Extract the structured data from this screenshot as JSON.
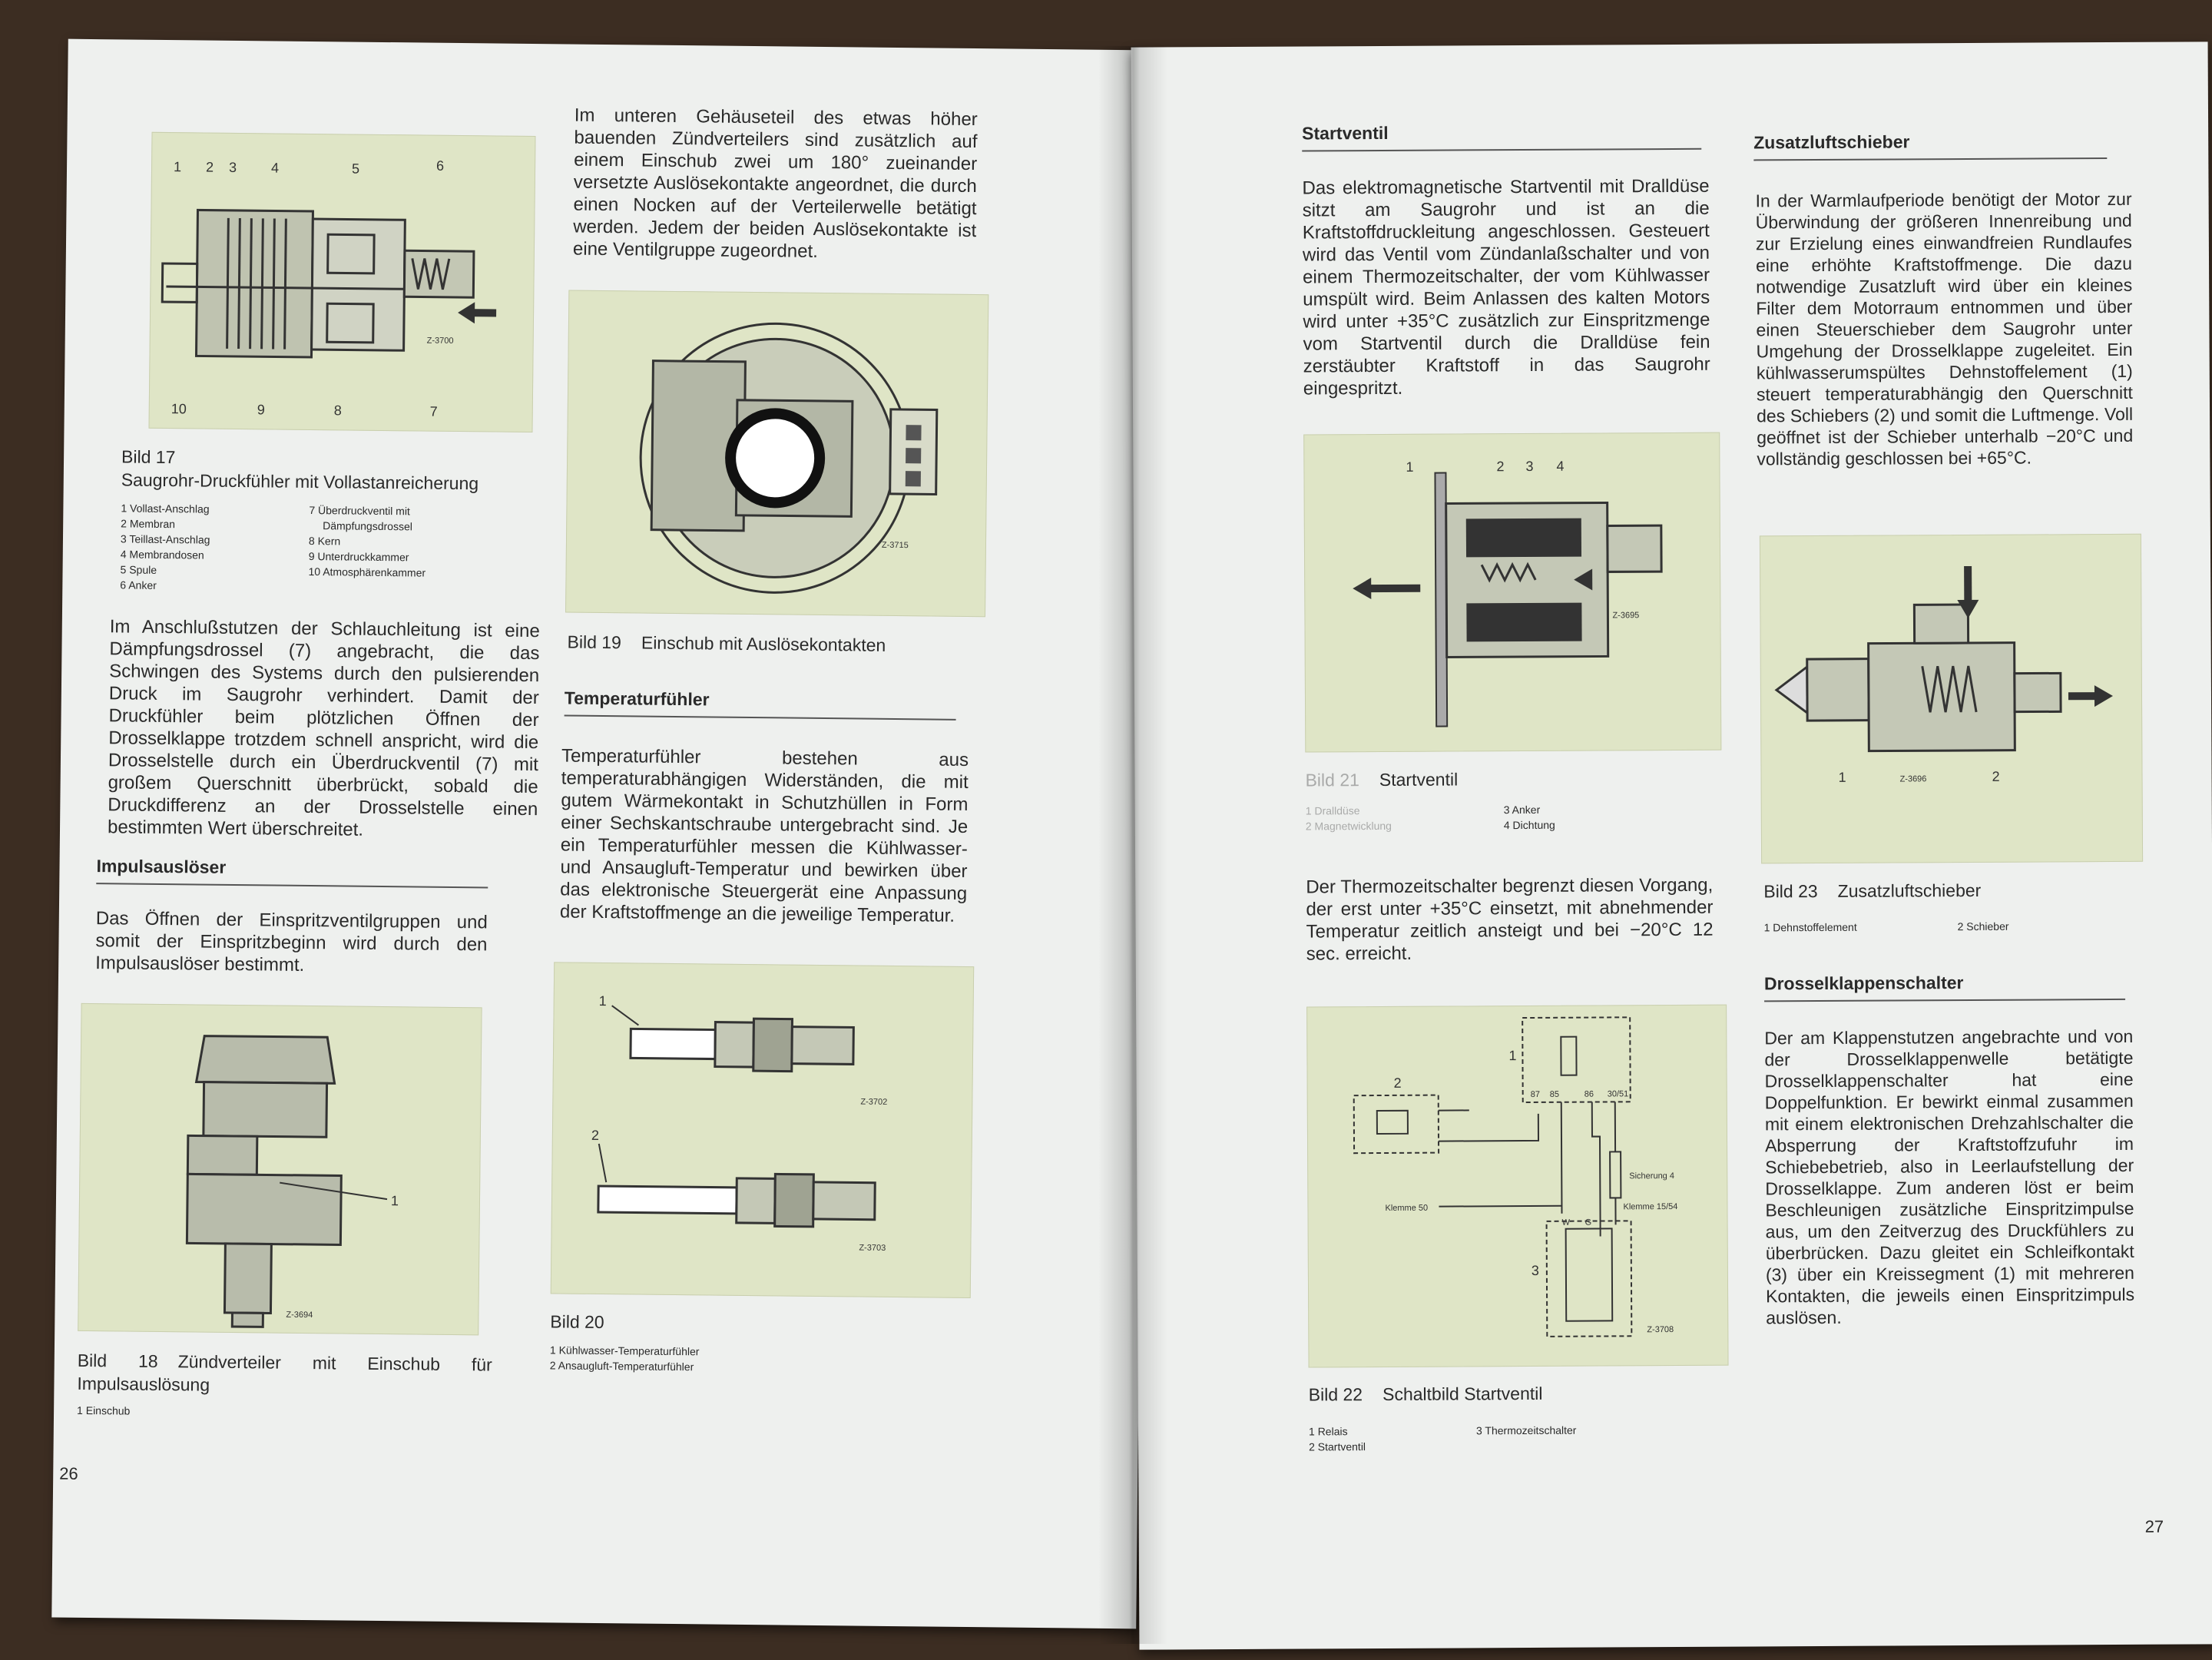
{
  "left_page": {
    "page_number": "26",
    "intro_paragraph": "Im unteren Gehäuseteil des etwas höher bauenden Zündverteilers sind zusätzlich auf einem Einschub zwei um 180° zueinander versetzte Auslösekontakte angeordnet, die durch einen Nocken auf der Verteilerwelle betätigt werden. Jedem der beiden Auslösekontakte ist eine Ventilgruppe zugeordnet.",
    "fig17": {
      "num": "Bild 17",
      "caption": "Saugrohr-Druckfühler mit Vollastanreicherung",
      "code": "Z-3700",
      "labels": [
        "1",
        "2",
        "3",
        "4",
        "5",
        "6",
        "7",
        "8",
        "9",
        "10"
      ],
      "legend_left": [
        "1 Vollast-Anschlag",
        "2 Membran",
        "3 Teillast-Anschlag",
        "4 Membrandosen",
        "5 Spule",
        "6 Anker"
      ],
      "legend_right": [
        "7 Überdruckventil mit",
        "Dämpfungsdrossel",
        "8 Kern",
        "9 Unterdruckkammer",
        "10 Atmosphärenkammer"
      ]
    },
    "para_anschluss": "Im Anschlußstutzen der Schlauchleitung ist eine Dämpfungsdrossel (7) angebracht, die das Schwingen des Systems durch den pulsierenden Druck im Saugrohr verhindert. Damit der Druckfühler beim plötzlichen Öffnen der Drosselklappe trotzdem schnell anspricht, wird die Drosselstelle durch ein Überdruckventil (7) mit großem Querschnitt überbrückt, sobald die Druckdifferenz an der Drosselstelle einen bestimmten Wert überschreitet.",
    "heading_impuls": "Impulsauslöser",
    "para_impuls": "Das Öffnen der Einspritzventilgruppen und somit der Einspritzbeginn wird durch den Impulsauslöser bestimmt.",
    "fig18": {
      "num": "Bild 18",
      "caption": "Zündverteiler mit Einschub für Impulsauslösung",
      "code": "Z-3694",
      "label": "1",
      "legend": [
        "1 Einschub"
      ]
    },
    "fig19": {
      "num": "Bild 19",
      "caption": "Einschub mit Auslösekontakten",
      "code": "Z-3715"
    },
    "heading_temp": "Temperaturfühler",
    "para_temp": "Temperaturfühler bestehen aus temperaturabhängigen Widerständen, die mit gutem Wärmekontakt in Schutzhüllen in Form einer Sechskantschraube untergebracht sind. Je ein Temperaturfühler messen die Kühlwasser- und Ansaugluft-Temperatur und bewirken über das elektronische Steuergerät eine Anpassung der Kraftstoffmenge an die jeweilige Temperatur.",
    "fig20": {
      "num": "Bild 20",
      "code_top": "Z-3702",
      "code_bottom": "Z-3703",
      "labels": [
        "1",
        "2"
      ],
      "legend": [
        "1 Kühlwasser-Temperaturfühler",
        "2 Ansaugluft-Temperaturfühler"
      ]
    }
  },
  "right_page": {
    "page_number": "27",
    "heading_startventil": "Startventil",
    "para_startventil": "Das elektromagnetische Startventil mit Dralldüse sitzt am Saugrohr und ist an die Kraftstoffdruckleitung angeschlossen. Gesteuert wird das Ventil vom Zündanlaßschalter und von einem Thermozeitschalter, der vom Kühlwasser umspült wird. Beim Anlassen des kalten Motors wird unter +35°C zusätzlich zur Einspritzmenge vom Startventil durch die Dralldüse fein zerstäubter Kraftstoff in das Saugrohr eingespritzt.",
    "fig21": {
      "num": "Bild 21",
      "caption": "Startventil",
      "code": "Z-3695",
      "labels": [
        "1",
        "2",
        "3",
        "4"
      ],
      "legend_left": [
        "1 Dralldüse",
        "2 Magnetwicklung"
      ],
      "legend_right": [
        "3 Anker",
        "4 Dichtung"
      ]
    },
    "para_thermo": "Der Thermozeitschalter begrenzt diesen Vorgang, der erst unter +35°C einsetzt, mit abnehmender Temperatur zeitlich ansteigt und bei −20°C 12 sec. erreicht.",
    "fig22": {
      "num": "Bild 22",
      "caption": "Schaltbild Startventil",
      "code": "Z-3708",
      "labels": [
        "1",
        "2",
        "3"
      ],
      "terminals": [
        "87",
        "85",
        "86",
        "30/51",
        "W",
        "G"
      ],
      "sicherung": "Sicherung 4",
      "klemme50": "Klemme 50",
      "klemme15": "Klemme 15/54",
      "legend_left": [
        "1 Relais",
        "2 Startventil"
      ],
      "legend_right": [
        "3 Thermozeitschalter"
      ]
    },
    "heading_zusatz": "Zusatzluftschieber",
    "para_zusatz": "In der Warmlaufperiode benötigt der Motor zur Überwindung der größeren Innenreibung und zur Erzielung eines einwandfreien Rundlaufes eine erhöhte Kraftstoffmenge. Die dazu notwendige Zusatzluft wird über ein kleines Filter dem Motorraum entnommen und über einen Steuerschieber dem Saugrohr unter Umgehung der Drosselklappe zugeleitet. Ein kühlwasserumspültes Dehnstoffelement (1) steuert temperaturabhängig den Querschnitt des Schiebers (2) und somit die Luftmenge. Voll geöffnet ist der Schieber unterhalb −20°C und vollständig geschlossen bei +65°C.",
    "fig23": {
      "num": "Bild 23",
      "caption": "Zusatzluftschieber",
      "code": "Z-3696",
      "labels": [
        "1",
        "2"
      ],
      "legend_left": [
        "1 Dehnstoffelement"
      ],
      "legend_right": [
        "2 Schieber"
      ]
    },
    "heading_drossel": "Drosselklappenschalter",
    "para_drossel": "Der am Klappenstutzen angebrachte und von der Drosselklappenwelle betätigte Drosselklappenschalter hat eine Doppelfunktion. Er bewirkt einmal zusammen mit einem elektronischen Drehzahlschalter die Absperrung der Kraftstoffzufuhr im Schiebebetrieb, also in Leerlaufstellung der Drosselklappe. Zum anderen löst er beim Beschleunigen zusätzliche Einspritzimpulse aus, um den Zeitverzug des Druckfühlers zu überbrücken. Dazu gleitet ein Schleifkontakt (3) über ein Kreissegment (1) mit mehreren Kontakten, die jeweils einen Einspritzimpuls auslösen."
  }
}
